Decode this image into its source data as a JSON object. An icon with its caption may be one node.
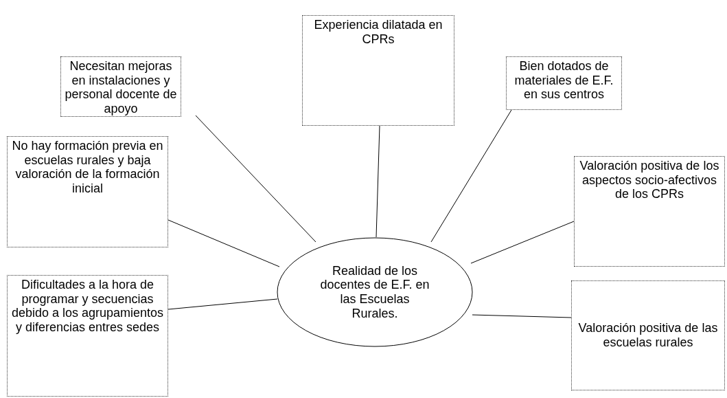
{
  "diagram": {
    "nodes": [
      {
        "text": [
          "Necesitan mejoras en instalaciones y personal docente de apoyo"
        ]
      },
      {
        "text": [
          "Experiencia dilatada en CPRs"
        ]
      },
      {
        "text": [
          "Bien dotados de materiales de E.F. en sus centros"
        ]
      },
      {
        "text": [
          "No hay formación previa en escuelas rurales y baja valoración de la formación inicial"
        ]
      },
      {
        "text": [
          "Valoración positiva de los aspectos socio-afectivos de los CPRs"
        ]
      },
      {
        "text": [
          "Realidad de los docentes de E.F. en las Escuelas Rurales."
        ]
      },
      {
        "text": [
          "Dificultades a la hora de programar y secuencias debido a los agrupamientos y diferencias entres sedes"
        ]
      },
      {
        "text": [
          "Valoración positiva de las escuelas rurales"
        ]
      }
    ],
    "edges": [
      {
        "from": 5,
        "to": 0,
        "arrow": "none"
      },
      {
        "from": 5,
        "to": 1,
        "arrow": "none"
      },
      {
        "from": 5,
        "to": 2,
        "arrow": "none"
      },
      {
        "from": 5,
        "to": 3,
        "arrow": "none"
      },
      {
        "from": 5,
        "to": 4,
        "arrow": "none"
      },
      {
        "from": 5,
        "to": 6,
        "arrow": "none"
      },
      {
        "from": 5,
        "to": 7,
        "arrow": "none"
      }
    ]
  }
}
